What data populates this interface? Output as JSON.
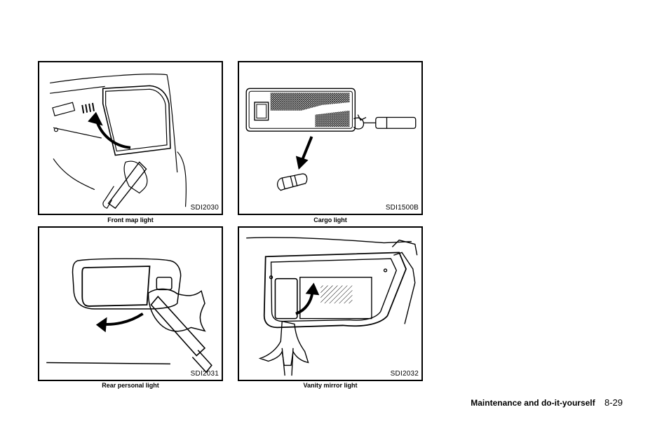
{
  "figures": [
    {
      "code": "SDI2030",
      "caption": "Front map light",
      "icon": "front-map-light-illustration"
    },
    {
      "code": "SDI1500B",
      "caption": "Cargo light",
      "icon": "cargo-light-illustration"
    },
    {
      "code": "SDI2031",
      "caption": "Rear personal light",
      "icon": "rear-personal-light-illustration"
    },
    {
      "code": "SDI2032",
      "caption": "Vanity mirror light",
      "icon": "vanity-mirror-light-illustration"
    }
  ],
  "footer": {
    "section": "Maintenance and do-it-yourself",
    "page_number": "8-29"
  }
}
